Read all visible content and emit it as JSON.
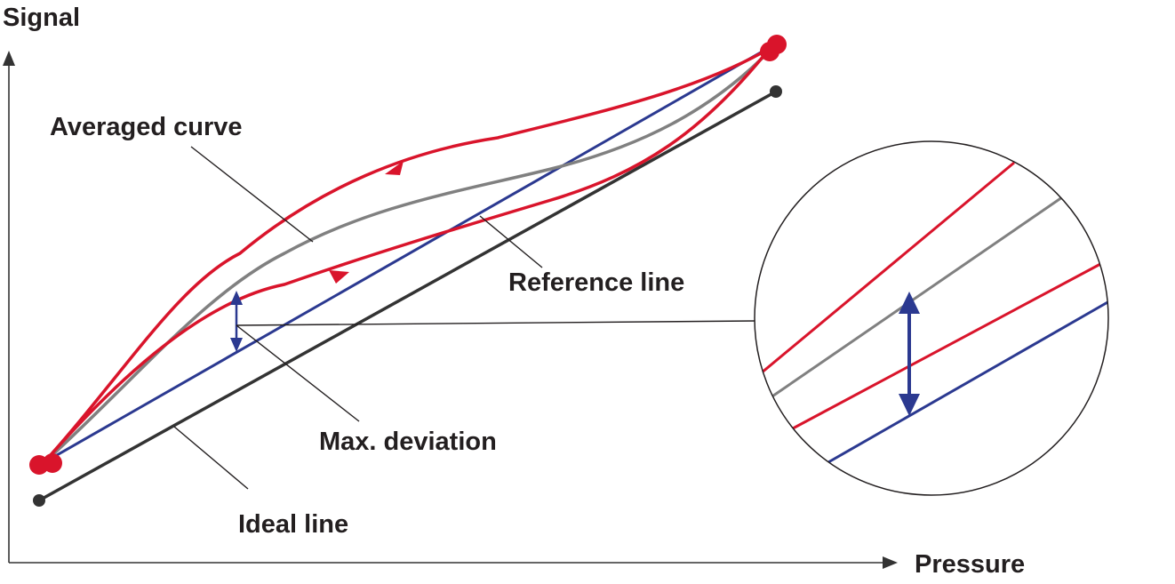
{
  "labels": {
    "y_axis": "Signal",
    "x_axis": "Pressure",
    "averaged_curve": "Averaged curve",
    "reference_line": "Reference line",
    "max_deviation": "Max. deviation",
    "ideal_line": "Ideal line"
  },
  "colors": {
    "hysteresis": "#d9142b",
    "averaged": "#808080",
    "reference": "#2b3990",
    "ideal": "#333333",
    "axis": "#333333",
    "text": "#231f20"
  }
}
